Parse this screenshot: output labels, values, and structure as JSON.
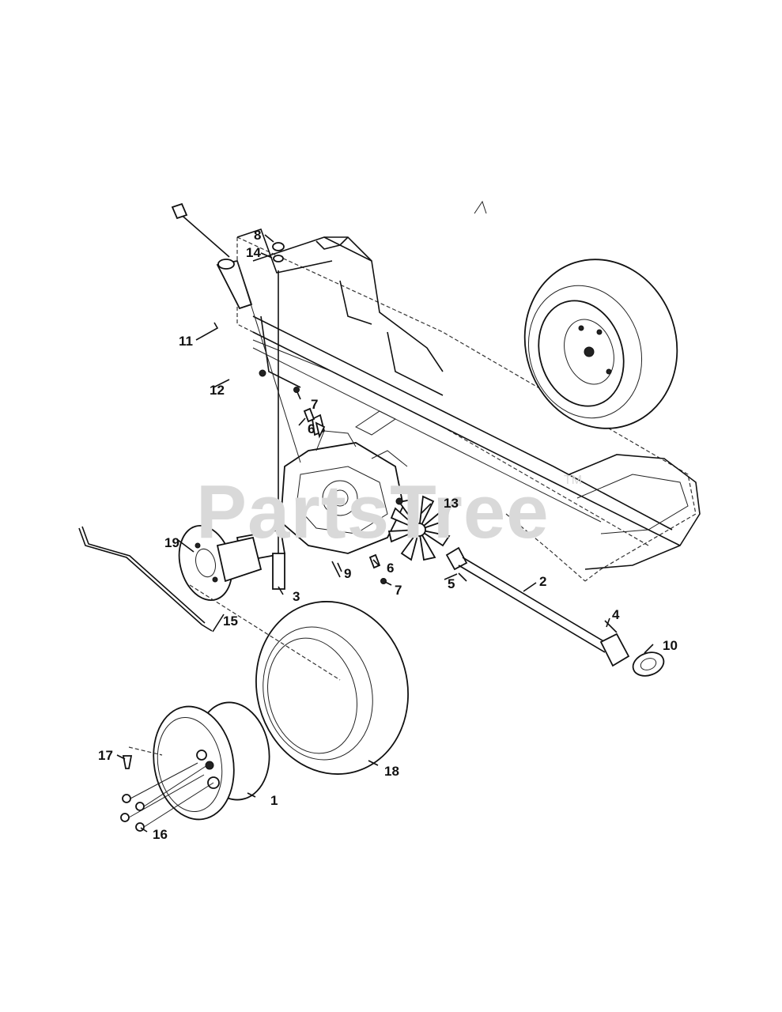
{
  "watermark": {
    "text": "PartsTree",
    "tm": "TM"
  },
  "callouts": [
    {
      "id": "c1",
      "label": "1"
    },
    {
      "id": "c2",
      "label": "2"
    },
    {
      "id": "c3",
      "label": "3"
    },
    {
      "id": "c4",
      "label": "4"
    },
    {
      "id": "c5",
      "label": "5"
    },
    {
      "id": "c6a",
      "label": "6"
    },
    {
      "id": "c6b",
      "label": "6"
    },
    {
      "id": "c7a",
      "label": "7"
    },
    {
      "id": "c7b",
      "label": "7"
    },
    {
      "id": "c8",
      "label": "8"
    },
    {
      "id": "c9",
      "label": "9"
    },
    {
      "id": "c10",
      "label": "10"
    },
    {
      "id": "c11",
      "label": "11"
    },
    {
      "id": "c12",
      "label": "12"
    },
    {
      "id": "c13",
      "label": "13"
    },
    {
      "id": "c14",
      "label": "14"
    },
    {
      "id": "c15",
      "label": "15"
    },
    {
      "id": "c16",
      "label": "16"
    },
    {
      "id": "c17",
      "label": "17"
    },
    {
      "id": "c18",
      "label": "18"
    },
    {
      "id": "c19",
      "label": "19"
    }
  ]
}
